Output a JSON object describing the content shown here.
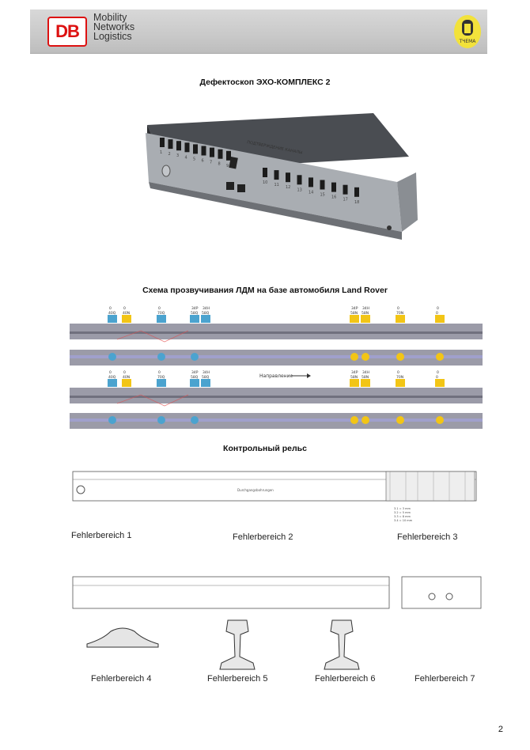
{
  "header": {
    "db_logo": "DB",
    "company_lines": [
      "Mobility",
      "Networks",
      "Logistics"
    ],
    "right_logo": "ТЧЕМА"
  },
  "device": {
    "title": "Дефектоскоп ЭХО-КОМПЛЕКС 2",
    "panel_label": "ПОДТВЕРЖДЕНИЕ КАНАЛЫ",
    "left_numbers": [
      "1",
      "2",
      "3",
      "4",
      "5",
      "6",
      "7",
      "8",
      "9"
    ],
    "right_numbers": [
      "10",
      "11",
      "12",
      "13",
      "14",
      "15",
      "16",
      "17",
      "18"
    ]
  },
  "scheme": {
    "title": "Схема прозвучивания ЛДМ на базе автомобиля Land Rover",
    "direction_label": "Направление",
    "top_row": {
      "blue": [
        [
          "0",
          "40Q"
        ],
        [
          "0",
          "70Q"
        ],
        [
          "34P",
          "58Q"
        ],
        [
          "34H",
          "58Q"
        ]
      ],
      "yellow": [
        [
          "0",
          "40N"
        ],
        [
          "34P",
          "58N"
        ],
        [
          "34H",
          "58N"
        ],
        [
          "0",
          "70N"
        ],
        [
          "0",
          "0"
        ]
      ]
    },
    "bottom_row": {
      "blue": [
        [
          "0",
          "40Q"
        ],
        [
          "0",
          "70Q"
        ],
        [
          "34P",
          "58Q"
        ],
        [
          "34H",
          "58Q"
        ]
      ],
      "yellow": [
        [
          "0",
          "40N"
        ],
        [
          "34P",
          "58N"
        ],
        [
          "34H",
          "58N"
        ],
        [
          "0",
          "70N"
        ],
        [
          "0",
          "0"
        ]
      ]
    },
    "colors": {
      "blue": "#4ba3cf",
      "yellow": "#f2c516",
      "rail": "#8c8ca0"
    }
  },
  "control_rail": {
    "title": "Контрольный рельс",
    "rail1_note": "Durchgangsbohrungen",
    "legend_lines": [
      "3.1 = 3 mm",
      "3.2 = 5 mm",
      "3.3 = 8 mm",
      "3.4 = 10 mm"
    ],
    "labels": [
      "Fehlerbereich 1",
      "Fehlerbereich 2",
      "Fehlerbereich 3",
      "Fehlerbereich 4",
      "Fehlerbereich 5",
      "Fehlerbereich 6",
      "Fehlerbereich 7"
    ]
  },
  "page_number": "2"
}
